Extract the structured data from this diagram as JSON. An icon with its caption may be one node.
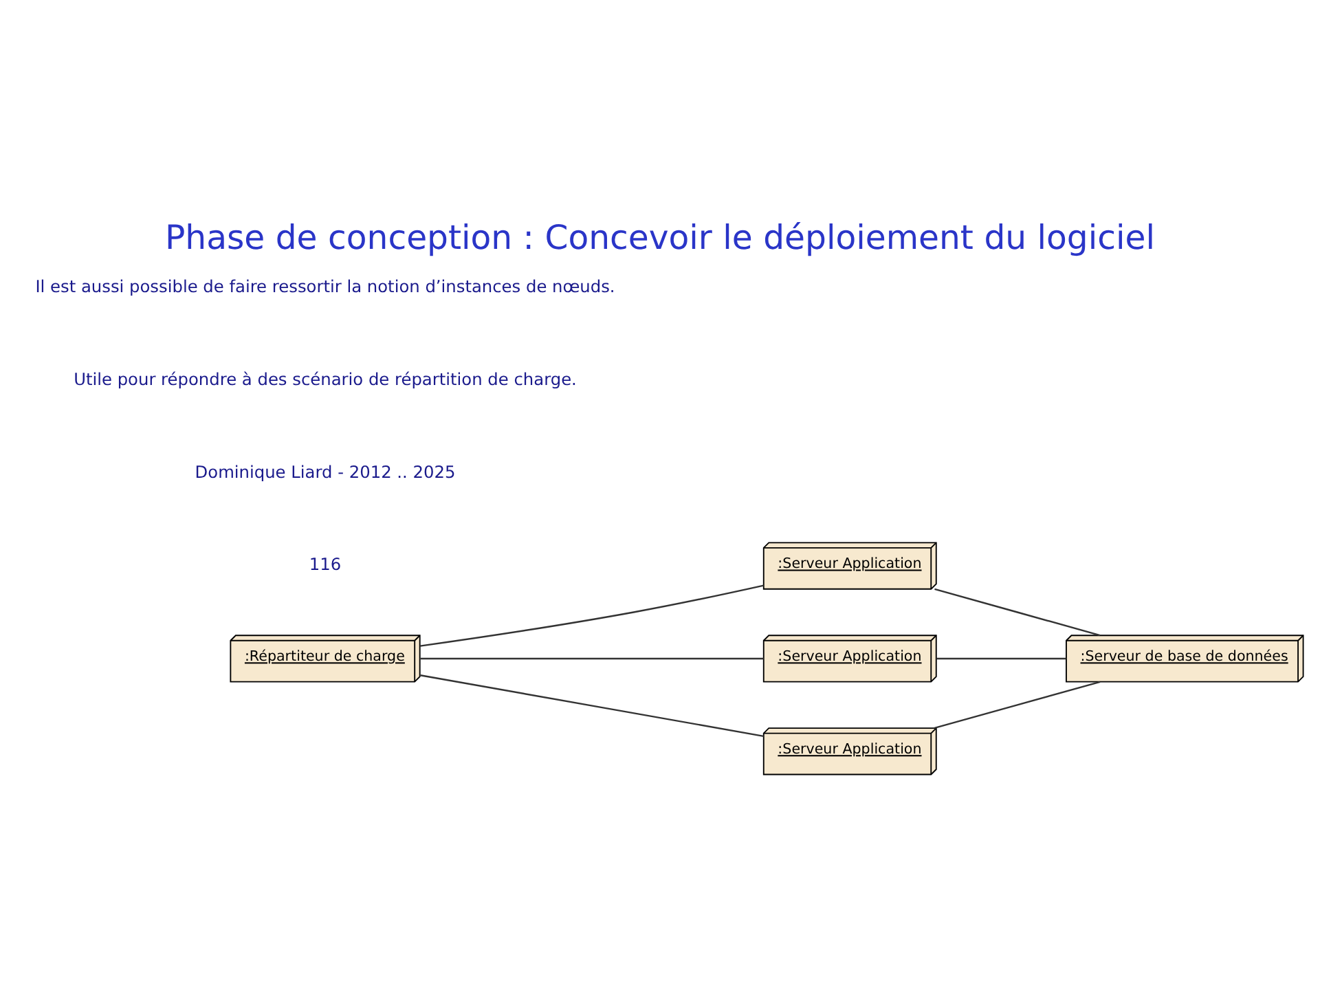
{
  "diagram": {
    "title": "Phase de conception : Concevoir le déploiement du logiciel",
    "nodes": [
      {
        "text": [
          ":Répartiteur de charge"
        ]
      },
      {
        "text": [
          ":Serveur Application"
        ]
      },
      {
        "text": [
          ":Serveur Application"
        ]
      },
      {
        "text": [
          ":Serveur Application"
        ]
      },
      {
        "text": [
          ":Serveur de base de données"
        ]
      }
    ],
    "edges": [
      {
        "from": 0,
        "to": 1,
        "arrow": "none"
      },
      {
        "from": 0,
        "to": 2,
        "arrow": "none"
      },
      {
        "from": 0,
        "to": 3,
        "arrow": "none"
      },
      {
        "from": 1,
        "to": 4,
        "arrow": "none"
      },
      {
        "from": 2,
        "to": 4,
        "arrow": "none"
      },
      {
        "from": 3,
        "to": 4,
        "arrow": "none"
      }
    ],
    "labels": [
      "Il est aussi possible de faire ressortir la notion d’instances de nœuds.",
      "Utile pour répondre à des scénario de répartition de charge.",
      "Dominique Liard - 2012 .. 2025",
      "116"
    ]
  }
}
